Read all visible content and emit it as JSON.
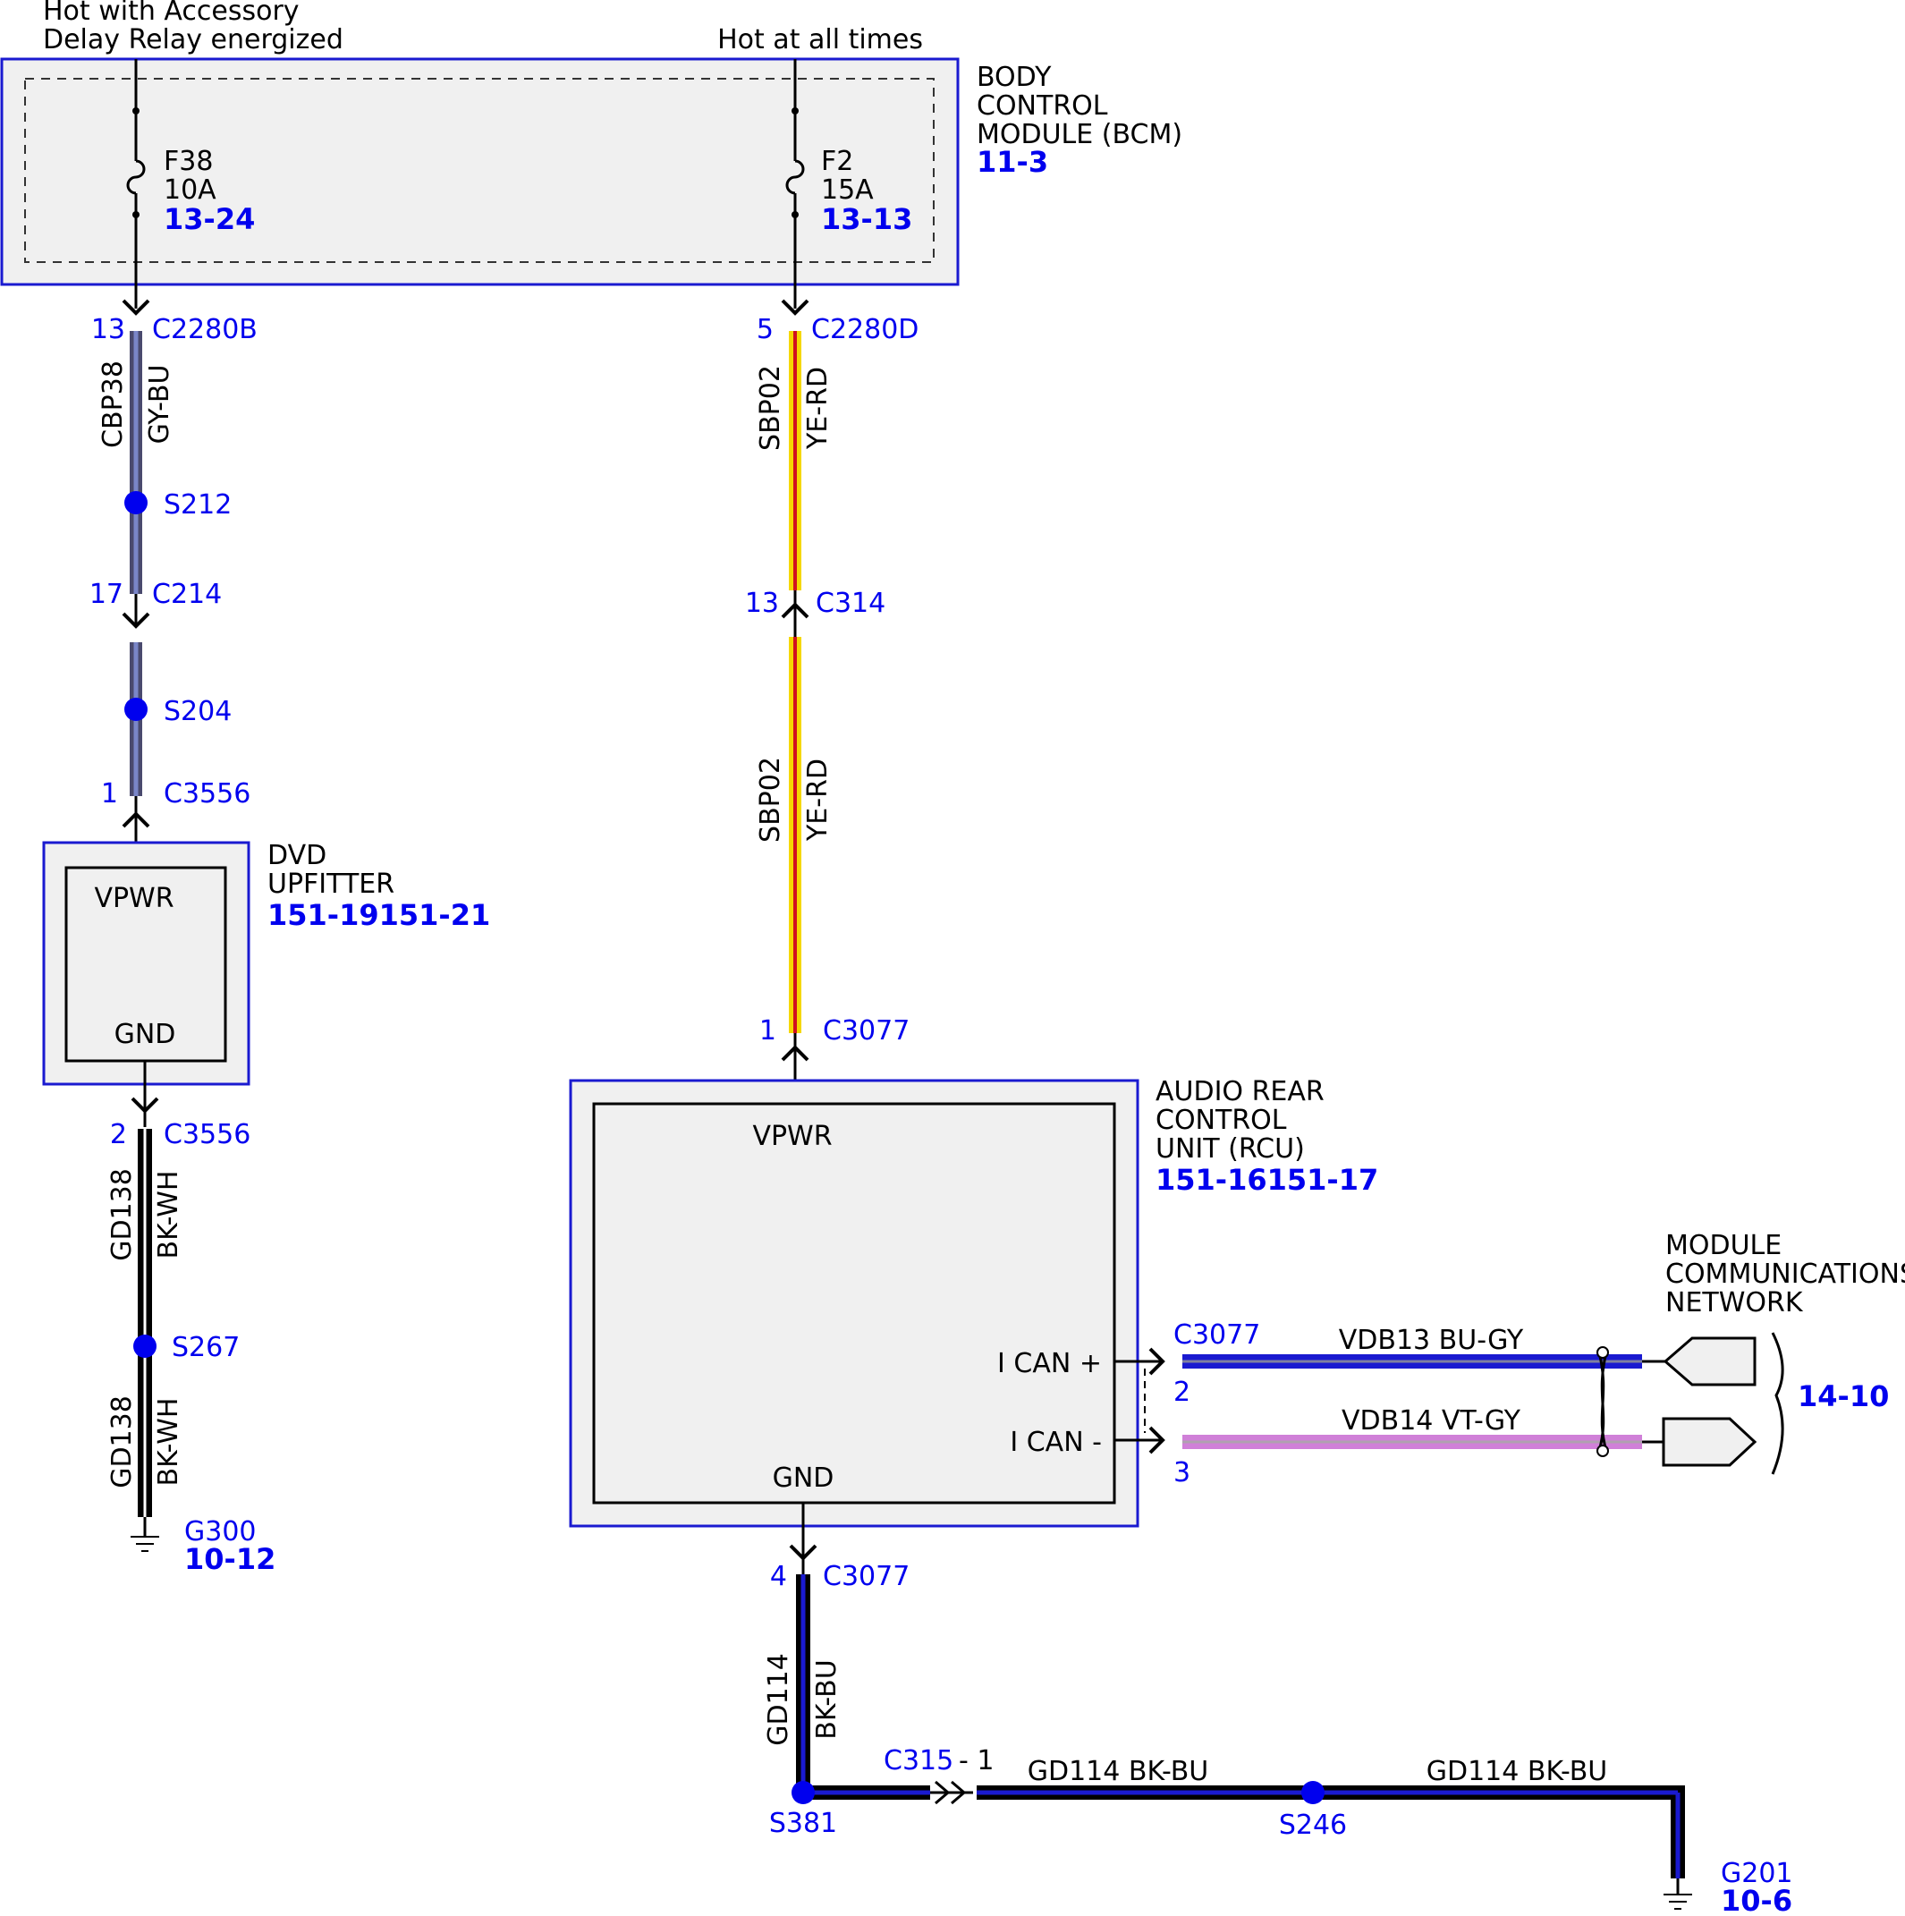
{
  "sources": {
    "acc_line1": "Hot with Accessory",
    "acc_line2": "Delay Relay energized",
    "hot": "Hot at all times"
  },
  "bcm": {
    "name_line1": "BODY",
    "name_line2": "CONTROL",
    "name_line3": "MODULE (BCM)",
    "ref": "11-3",
    "fuses": [
      {
        "name": "F38",
        "rating": "10A",
        "ref": "13-24"
      },
      {
        "name": "F2",
        "rating": "15A",
        "ref": "13-13"
      }
    ]
  },
  "connectors": {
    "c2280b": {
      "pin": "13",
      "name": "C2280B"
    },
    "c2280d": {
      "pin": "5",
      "name": "C2280D"
    },
    "c214": {
      "pin": "17",
      "name": "C214"
    },
    "c314": {
      "pin": "13",
      "name": "C314"
    },
    "c3556_1": {
      "pin": "1",
      "name": "C3556"
    },
    "c3556_2": {
      "pin": "2",
      "name": "C3556"
    },
    "c3077_1": {
      "pin": "1",
      "name": "C3077"
    },
    "c3077_4": {
      "pin": "4",
      "name": "C3077"
    },
    "c3077_can": {
      "name": "C3077",
      "pin_plus": "2",
      "pin_minus": "3"
    },
    "c315": {
      "label": "C315",
      "pin": "- 1"
    }
  },
  "splices": {
    "s212": "S212",
    "s204": "S204",
    "s267": "S267",
    "s381": "S381",
    "s246": "S246"
  },
  "wires": {
    "cbp38": {
      "circuit": "CBP38",
      "color": "GY-BU"
    },
    "sbp02": {
      "circuit": "SBP02",
      "color": "YE-RD"
    },
    "gd138": {
      "circuit": "GD138",
      "color": "BK-WH"
    },
    "gd114": {
      "circuit": "GD114",
      "color": "BK-BU"
    },
    "gd114_h1": "GD114   BK-BU",
    "gd114_h2": "GD114   BK-BU",
    "vdb13": "VDB13  BU-GY",
    "vdb14": "VDB14  VT-GY"
  },
  "dvd": {
    "name_line1": "DVD",
    "name_line2": "UPFITTER",
    "ref": "151-19151-21",
    "pin_vpwr": "VPWR",
    "pin_gnd": "GND"
  },
  "rcu": {
    "name_line1": "AUDIO REAR",
    "name_line2": "CONTROL",
    "name_line3": "UNIT (RCU)",
    "ref": "151-16151-17",
    "pin_vpwr": "VPWR",
    "pin_gnd": "GND",
    "pin_can_plus": "I CAN +",
    "pin_can_minus": "I CAN -"
  },
  "network": {
    "line1": "MODULE",
    "line2": "COMMUNICATIONS",
    "line3": "NETWORK",
    "ref": "14-10"
  },
  "grounds": {
    "g300": {
      "name": "G300",
      "ref": "10-12"
    },
    "g201": {
      "name": "G201",
      "ref": "10-6"
    }
  },
  "colors": {
    "blue_text": "#0000ee",
    "module_fill": "#f0f0f0",
    "gy_bu": [
      "#4a4a6e",
      "#7a86c8"
    ],
    "ye_rd": [
      "#f5d800",
      "#d01020"
    ],
    "bk_wh": [
      "#000000",
      "#ffffff"
    ],
    "bk_bu": [
      "#000000",
      "#1a1ad0"
    ],
    "bu_gy": [
      "#1a1ad0",
      "#8080a0"
    ],
    "vt_gy": [
      "#d080d8",
      "#b0a0b0"
    ]
  }
}
